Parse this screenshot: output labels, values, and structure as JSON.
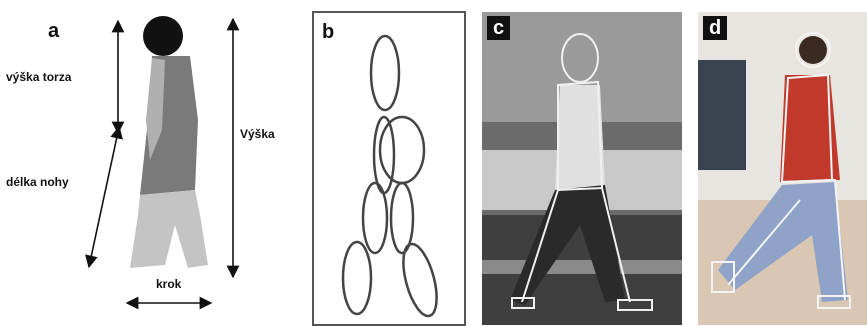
{
  "panel_a": {
    "letter": "a",
    "torso_height_label": "výška torza",
    "leg_length_label": "délka nohy",
    "height_label": "Výška",
    "step_label": "krok"
  },
  "panel_b": {
    "letter": "b"
  },
  "panel_c": {
    "letter": "c"
  },
  "panel_d": {
    "letter": "d"
  },
  "colors": {
    "figure_dark": "#7a7a7a",
    "figure_light": "#bdbdbd",
    "head": "#111111",
    "red_jacket": "#c0392b",
    "jeans": "#8fa3c8"
  }
}
